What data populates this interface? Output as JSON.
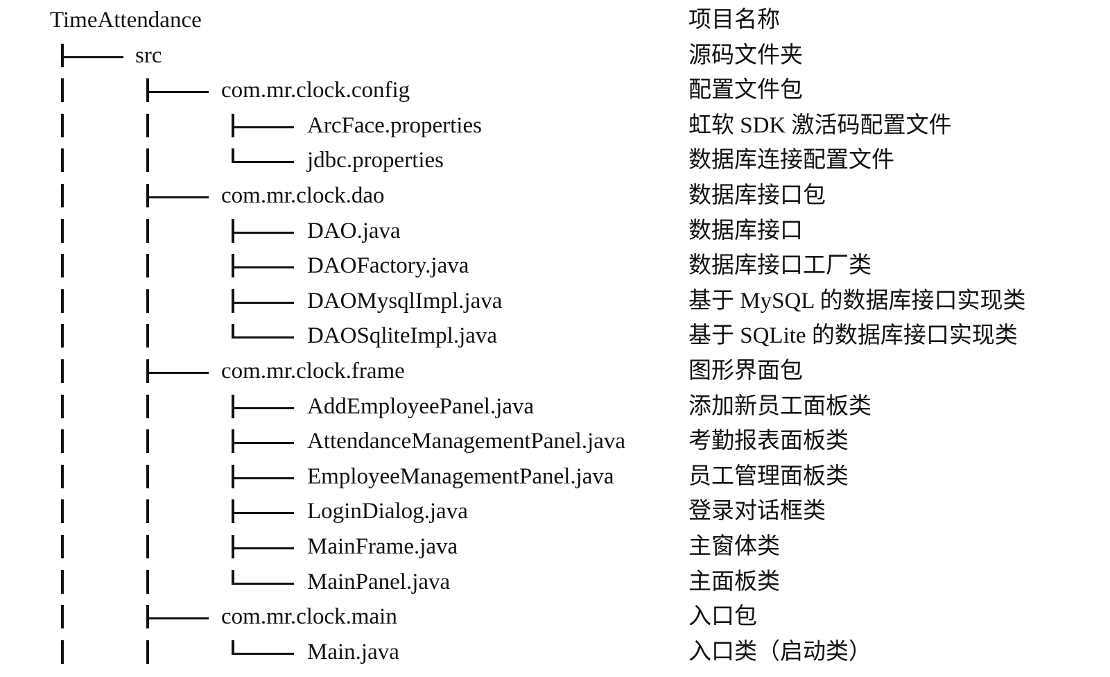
{
  "tree": [
    {
      "depth": 0,
      "name": "TimeAttendance",
      "desc": "项目名称",
      "pipes": []
    },
    {
      "depth": 1,
      "name": "src",
      "desc": "源码文件夹",
      "connector": "tee",
      "pipes": []
    },
    {
      "depth": 2,
      "name": "com.mr.clock.config",
      "desc": "配置文件包",
      "connector": "tee",
      "pipes": [
        1
      ]
    },
    {
      "depth": 3,
      "name": "ArcFace.properties",
      "desc": "虹软 SDK 激活码配置文件",
      "connector": "tee",
      "pipes": [
        1,
        2
      ]
    },
    {
      "depth": 3,
      "name": "jdbc.properties",
      "desc": "数据库连接配置文件",
      "connector": "corner",
      "pipes": [
        1,
        2
      ]
    },
    {
      "depth": 2,
      "name": "com.mr.clock.dao",
      "desc": "数据库接口包",
      "connector": "tee",
      "pipes": [
        1
      ]
    },
    {
      "depth": 3,
      "name": "DAO.java",
      "desc": "数据库接口",
      "connector": "tee",
      "pipes": [
        1,
        2
      ]
    },
    {
      "depth": 3,
      "name": "DAOFactory.java",
      "desc": "数据库接口工厂类",
      "connector": "tee",
      "pipes": [
        1,
        2
      ]
    },
    {
      "depth": 3,
      "name": "DAOMysqlImpl.java",
      "desc": "基于 MySQL 的数据库接口实现类",
      "connector": "tee",
      "pipes": [
        1,
        2
      ]
    },
    {
      "depth": 3,
      "name": "DAOSqliteImpl.java",
      "desc": "基于 SQLite 的数据库接口实现类",
      "connector": "corner",
      "pipes": [
        1,
        2
      ]
    },
    {
      "depth": 2,
      "name": "com.mr.clock.frame",
      "desc": "图形界面包",
      "connector": "tee",
      "pipes": [
        1
      ]
    },
    {
      "depth": 3,
      "name": "AddEmployeePanel.java",
      "desc": "添加新员工面板类",
      "connector": "tee",
      "pipes": [
        1,
        2
      ]
    },
    {
      "depth": 3,
      "name": "AttendanceManagementPanel.java",
      "desc": "考勤报表面板类",
      "connector": "tee",
      "pipes": [
        1,
        2
      ]
    },
    {
      "depth": 3,
      "name": "EmployeeManagementPanel.java",
      "desc": "员工管理面板类",
      "connector": "tee",
      "pipes": [
        1,
        2
      ]
    },
    {
      "depth": 3,
      "name": "LoginDialog.java",
      "desc": "登录对话框类",
      "connector": "tee",
      "pipes": [
        1,
        2
      ]
    },
    {
      "depth": 3,
      "name": "MainFrame.java",
      "desc": "主窗体类",
      "connector": "tee",
      "pipes": [
        1,
        2
      ]
    },
    {
      "depth": 3,
      "name": "MainPanel.java",
      "desc": "主面板类",
      "connector": "corner",
      "pipes": [
        1,
        2
      ]
    },
    {
      "depth": 2,
      "name": "com.mr.clock.main",
      "desc": "入口包",
      "connector": "tee",
      "pipes": [
        1
      ]
    },
    {
      "depth": 3,
      "name": "Main.java",
      "desc": "入口类（启动类）",
      "connector": "corner",
      "pipes": [
        1,
        2
      ]
    }
  ]
}
